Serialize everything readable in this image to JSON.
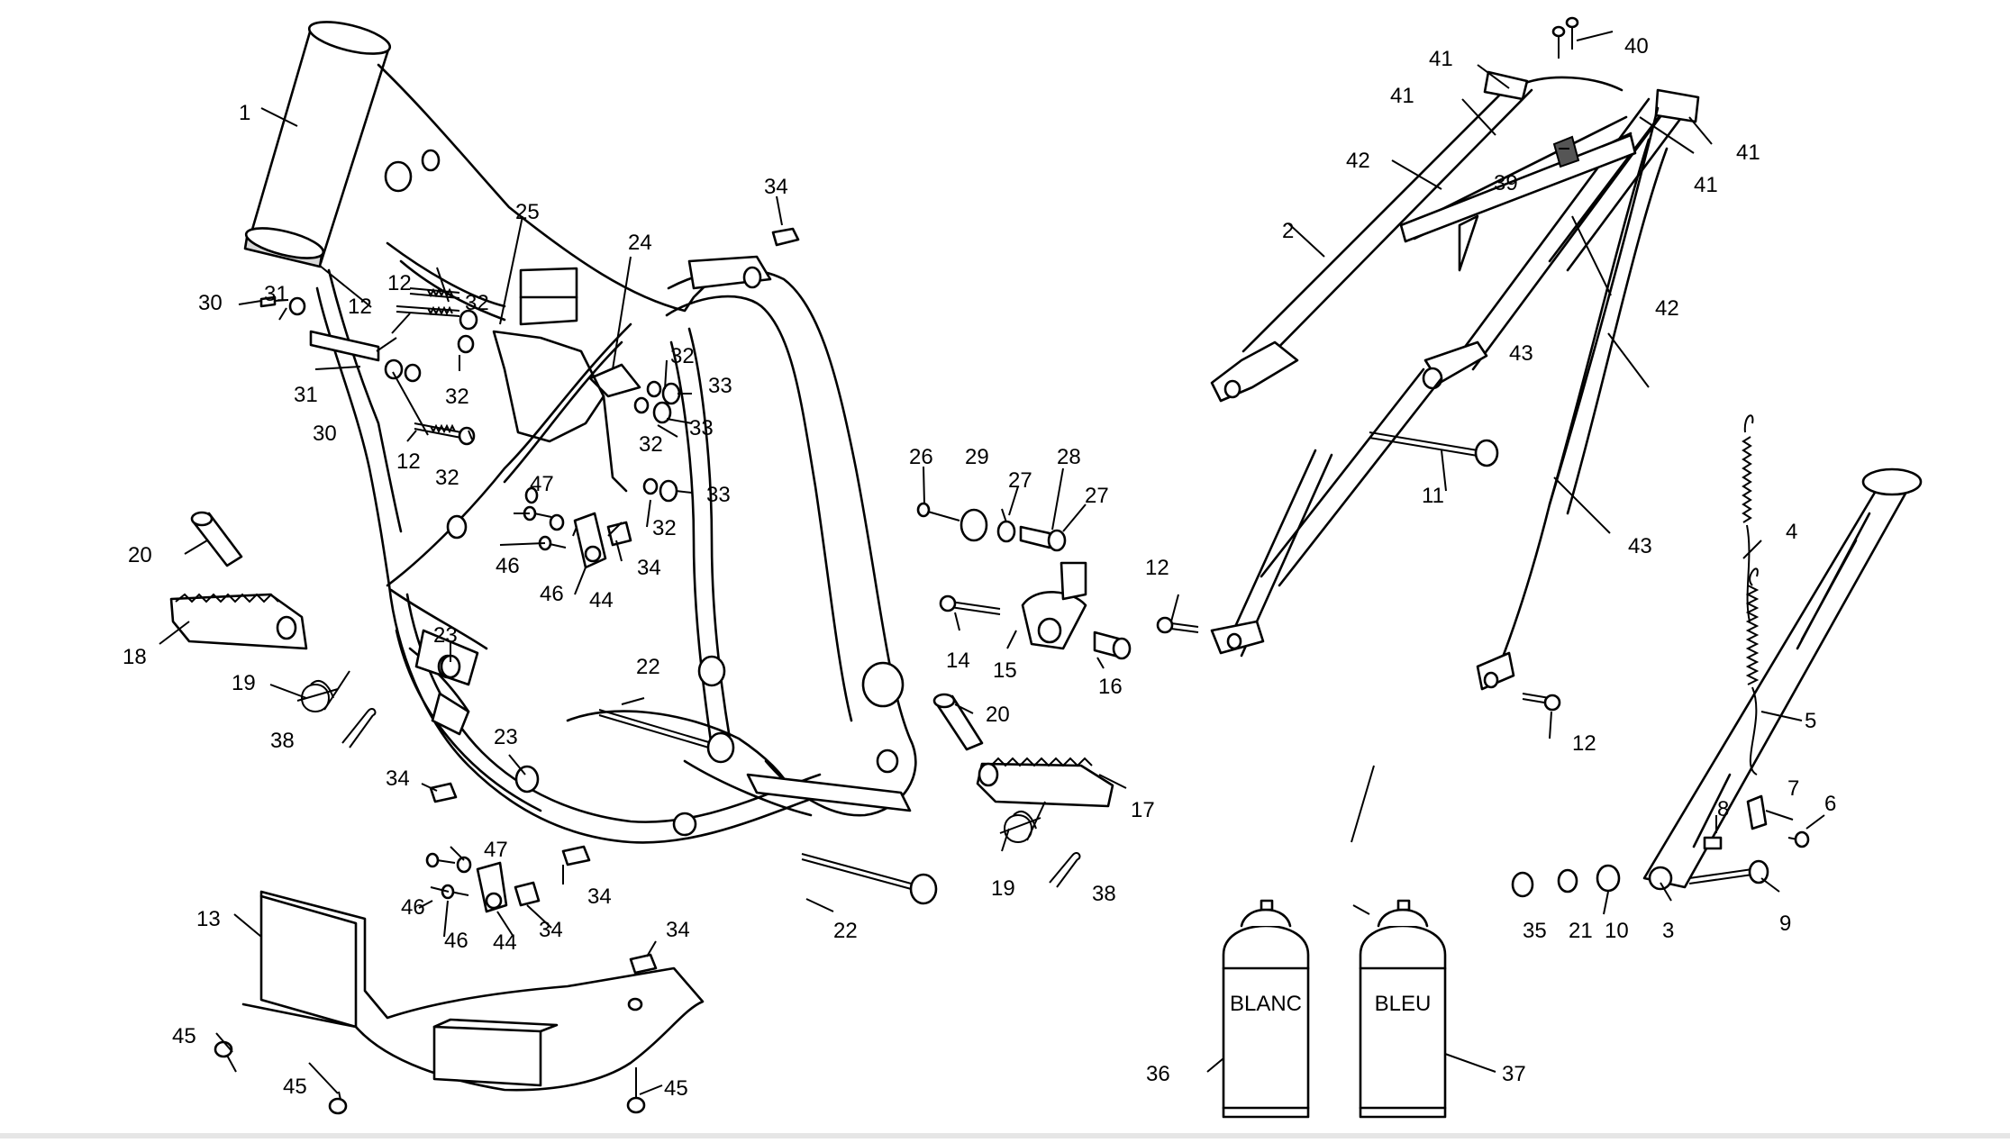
{
  "callouts": [
    {
      "id": "c1",
      "text": "1"
    },
    {
      "id": "c2",
      "text": "2"
    },
    {
      "id": "c3",
      "text": "3"
    },
    {
      "id": "c4",
      "text": "4"
    },
    {
      "id": "c5",
      "text": "5"
    },
    {
      "id": "c6",
      "text": "6"
    },
    {
      "id": "c7",
      "text": "7"
    },
    {
      "id": "c8",
      "text": "8"
    },
    {
      "id": "c9",
      "text": "9"
    },
    {
      "id": "c10",
      "text": "10"
    },
    {
      "id": "c11",
      "text": "11"
    },
    {
      "id": "c12a",
      "text": "12"
    },
    {
      "id": "c12b",
      "text": "12"
    },
    {
      "id": "c12c",
      "text": "12"
    },
    {
      "id": "c12d",
      "text": "12"
    },
    {
      "id": "c12e",
      "text": "12"
    },
    {
      "id": "c13",
      "text": "13"
    },
    {
      "id": "c14",
      "text": "14"
    },
    {
      "id": "c15",
      "text": "15"
    },
    {
      "id": "c16",
      "text": "16"
    },
    {
      "id": "c17",
      "text": "17"
    },
    {
      "id": "c18",
      "text": "18"
    },
    {
      "id": "c19a",
      "text": "19"
    },
    {
      "id": "c19b",
      "text": "19"
    },
    {
      "id": "c20a",
      "text": "20"
    },
    {
      "id": "c20b",
      "text": "20"
    },
    {
      "id": "c21",
      "text": "21"
    },
    {
      "id": "c22a",
      "text": "22"
    },
    {
      "id": "c22b",
      "text": "22"
    },
    {
      "id": "c23a",
      "text": "23"
    },
    {
      "id": "c23b",
      "text": "23"
    },
    {
      "id": "c24",
      "text": "24"
    },
    {
      "id": "c25",
      "text": "25"
    },
    {
      "id": "c26",
      "text": "26"
    },
    {
      "id": "c27a",
      "text": "27"
    },
    {
      "id": "c27b",
      "text": "27"
    },
    {
      "id": "c28",
      "text": "28"
    },
    {
      "id": "c29",
      "text": "29"
    },
    {
      "id": "c30a",
      "text": "30"
    },
    {
      "id": "c30b",
      "text": "30"
    },
    {
      "id": "c31a",
      "text": "31"
    },
    {
      "id": "c31b",
      "text": "31"
    },
    {
      "id": "c32a",
      "text": "32"
    },
    {
      "id": "c32b",
      "text": "32"
    },
    {
      "id": "c32c",
      "text": "32"
    },
    {
      "id": "c32d",
      "text": "32"
    },
    {
      "id": "c32e",
      "text": "32"
    },
    {
      "id": "c32f",
      "text": "32"
    },
    {
      "id": "c33a",
      "text": "33"
    },
    {
      "id": "c33b",
      "text": "33"
    },
    {
      "id": "c33c",
      "text": "33"
    },
    {
      "id": "c34a",
      "text": "34"
    },
    {
      "id": "c34b",
      "text": "34"
    },
    {
      "id": "c34c",
      "text": "34"
    },
    {
      "id": "c34d",
      "text": "34"
    },
    {
      "id": "c34e",
      "text": "34"
    },
    {
      "id": "c34f",
      "text": "34"
    },
    {
      "id": "c35",
      "text": "35"
    },
    {
      "id": "c36",
      "text": "36"
    },
    {
      "id": "c37",
      "text": "37"
    },
    {
      "id": "c38a",
      "text": "38"
    },
    {
      "id": "c38b",
      "text": "38"
    },
    {
      "id": "c39",
      "text": "39"
    },
    {
      "id": "c40",
      "text": "40"
    },
    {
      "id": "c41a",
      "text": "41"
    },
    {
      "id": "c41b",
      "text": "41"
    },
    {
      "id": "c41c",
      "text": "41"
    },
    {
      "id": "c41d",
      "text": "41"
    },
    {
      "id": "c42a",
      "text": "42"
    },
    {
      "id": "c42b",
      "text": "42"
    },
    {
      "id": "c43a",
      "text": "43"
    },
    {
      "id": "c43b",
      "text": "43"
    },
    {
      "id": "c44a",
      "text": "44"
    },
    {
      "id": "c44b",
      "text": "44"
    },
    {
      "id": "c45a",
      "text": "45"
    },
    {
      "id": "c45b",
      "text": "45"
    },
    {
      "id": "c45c",
      "text": "45"
    },
    {
      "id": "c46a",
      "text": "46"
    },
    {
      "id": "c46b",
      "text": "46"
    },
    {
      "id": "c46c",
      "text": "46"
    },
    {
      "id": "c46d",
      "text": "46"
    },
    {
      "id": "c47a",
      "text": "47"
    },
    {
      "id": "c47b",
      "text": "47"
    }
  ],
  "cans": {
    "left_label": "BLANC",
    "right_label": "BLEU"
  }
}
